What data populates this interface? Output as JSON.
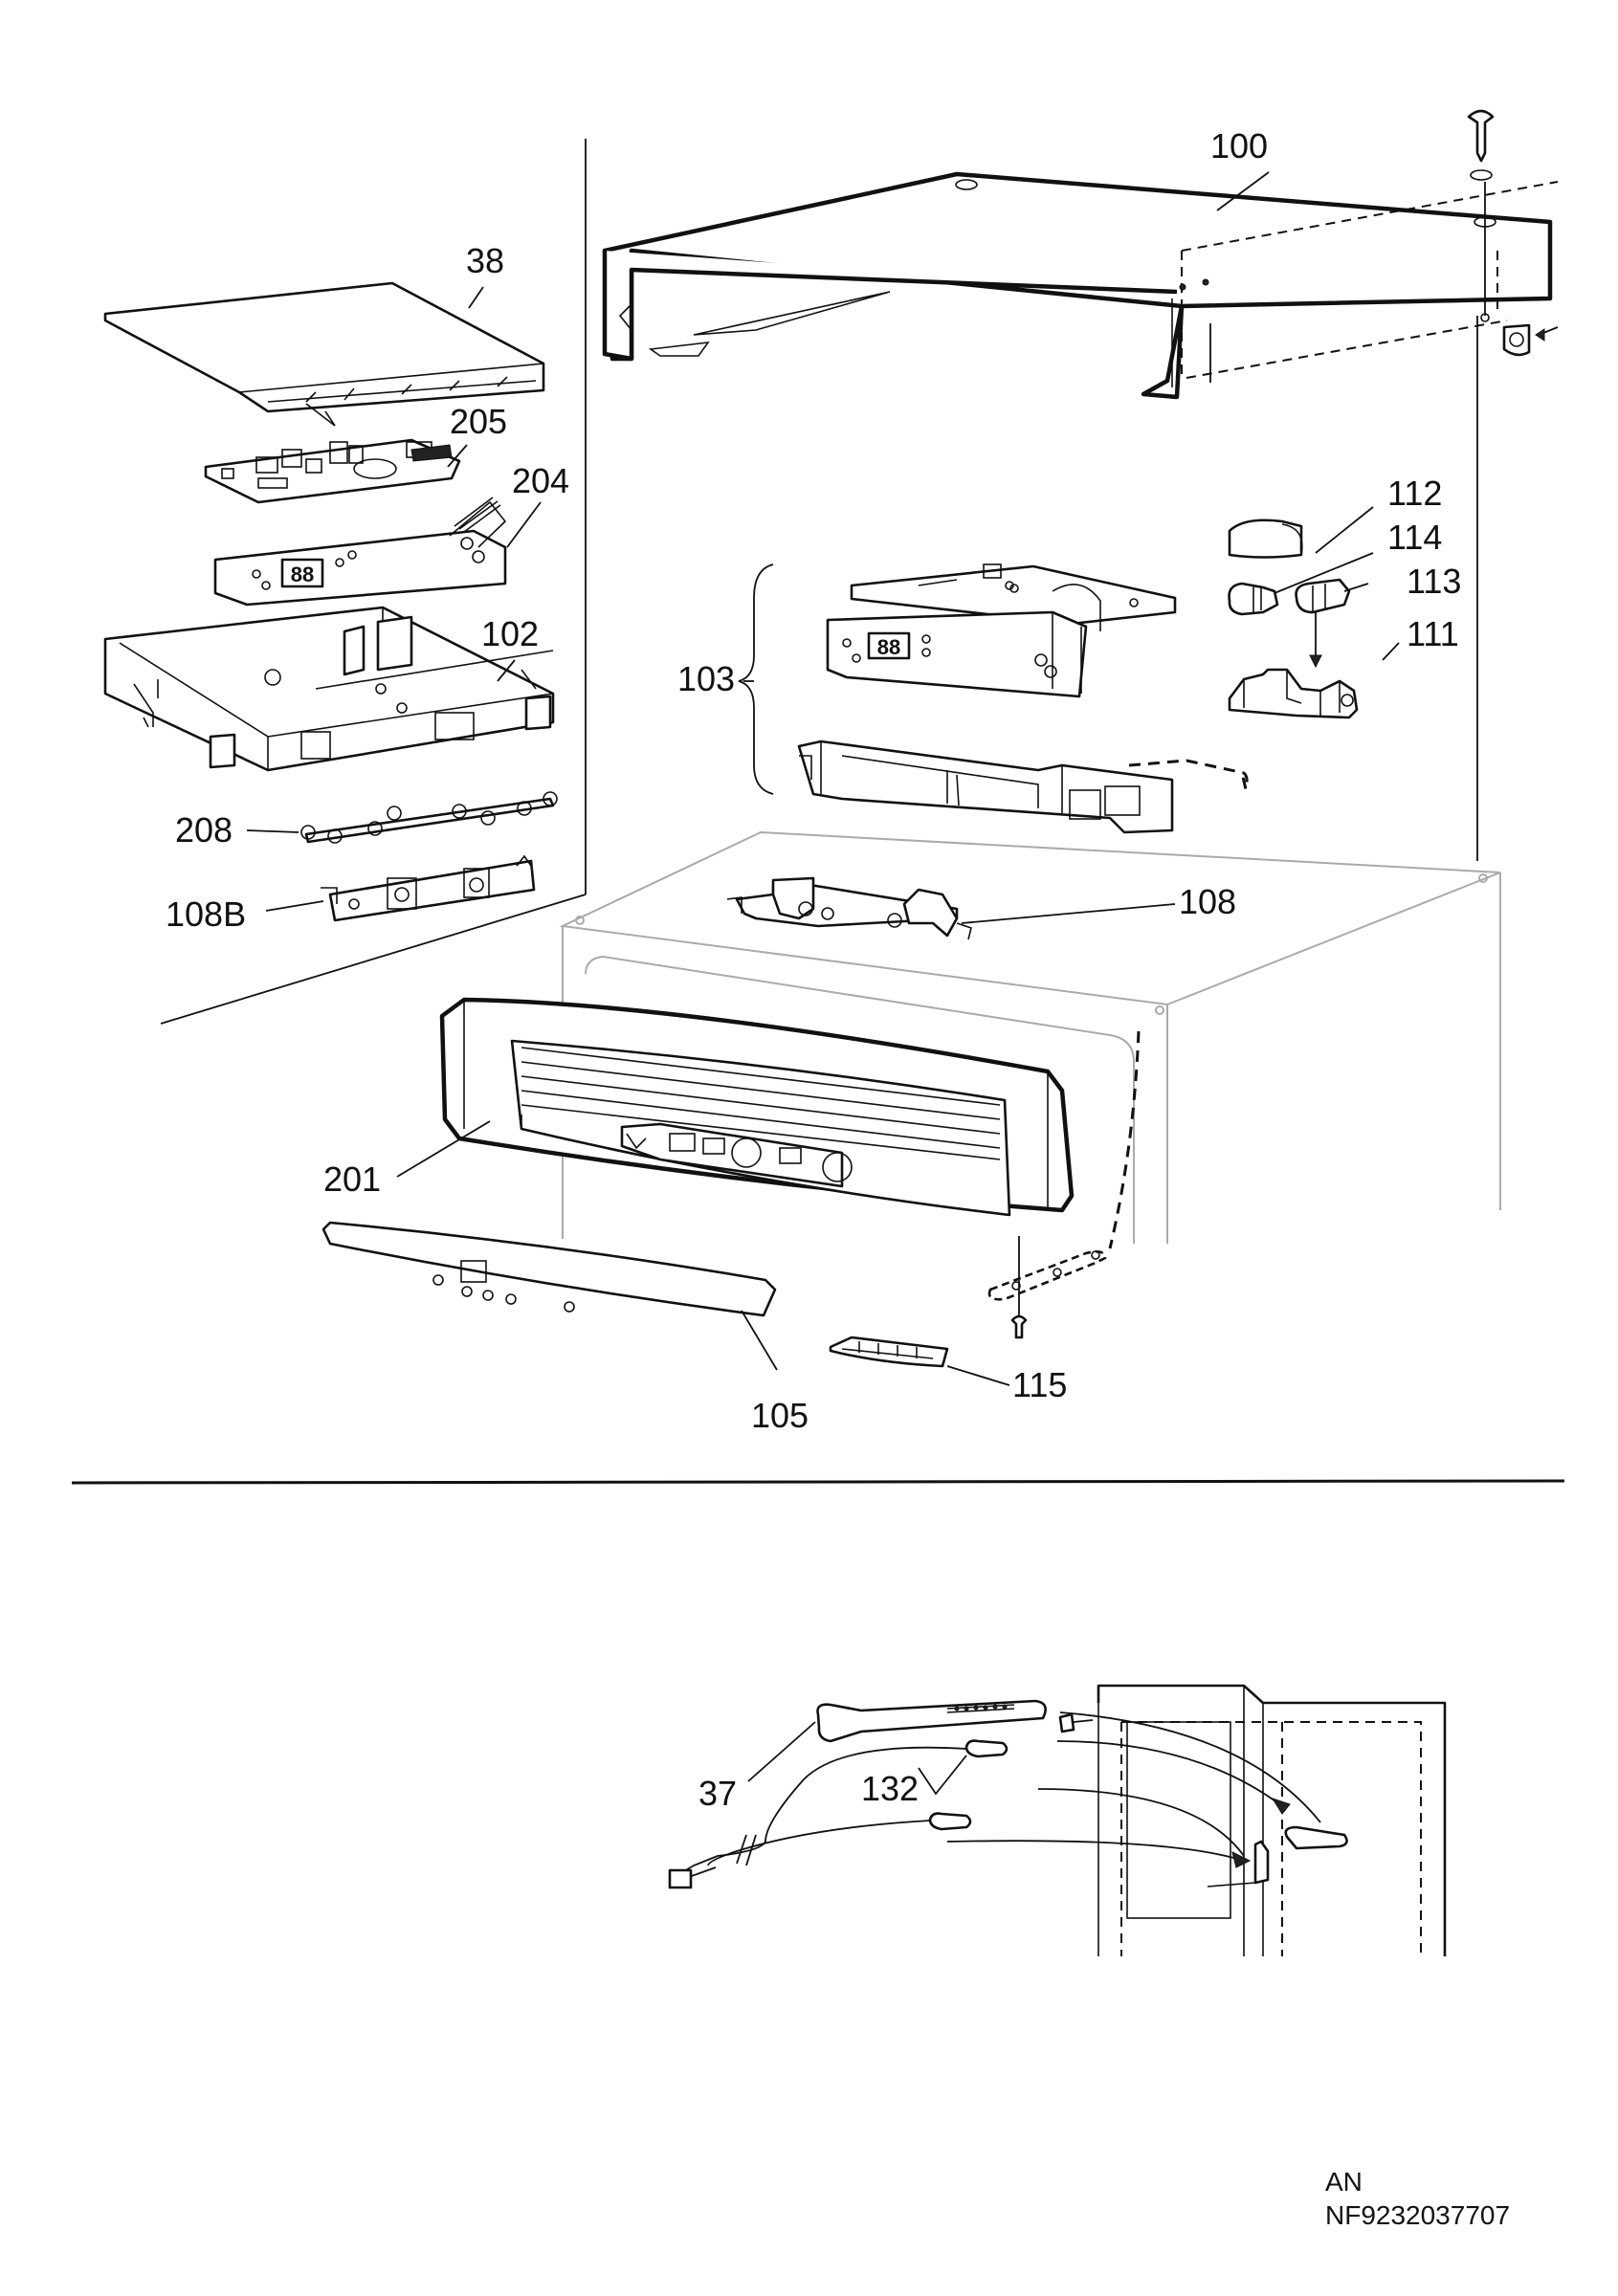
{
  "labels": {
    "p100": "100",
    "p38": "38",
    "p205": "205",
    "p204": "204",
    "p102": "102",
    "p208": "208",
    "p108b": "108B",
    "p112": "112",
    "p114": "114",
    "p113": "113",
    "p111": "111",
    "p103": "103",
    "p108": "108",
    "p201": "201",
    "p105": "105",
    "p115": "115",
    "p37": "37",
    "p132": "132"
  },
  "footer": {
    "language": "AN",
    "doc_number": "NF9232037707"
  }
}
